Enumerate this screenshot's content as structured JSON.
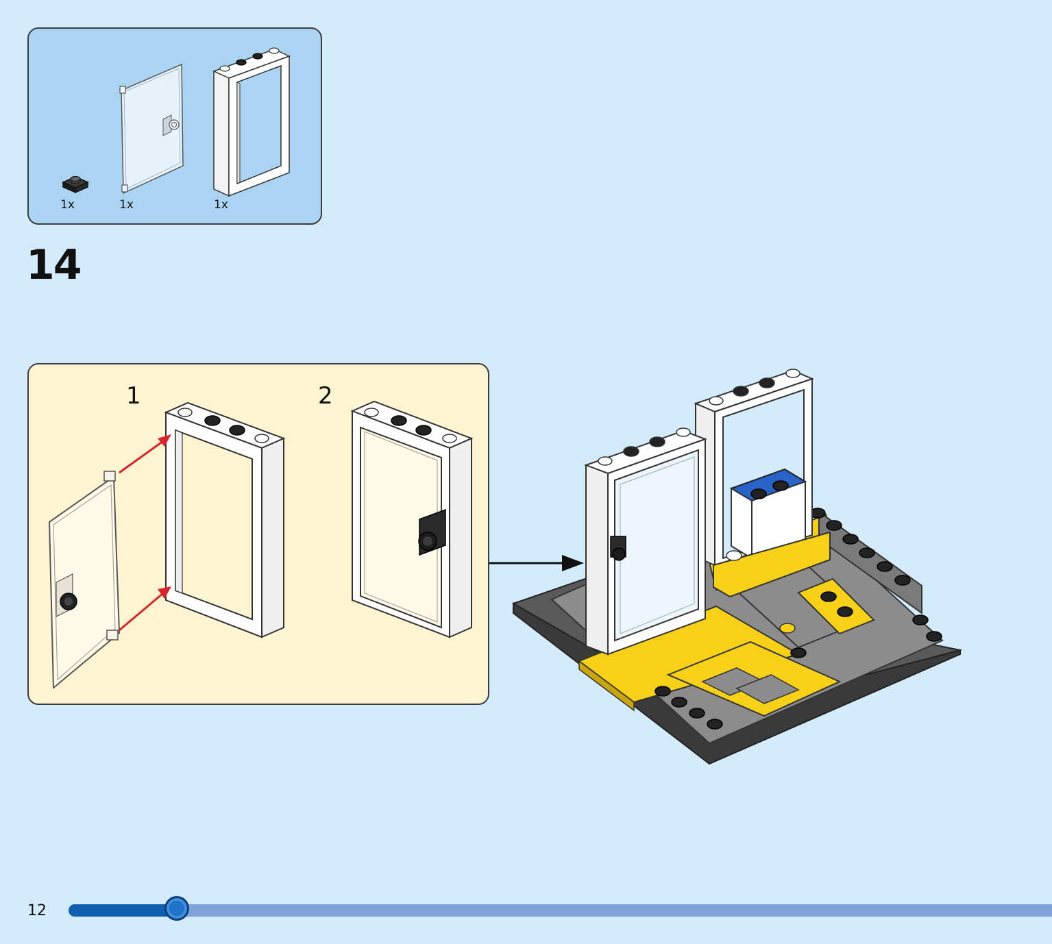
{
  "parts_list": {
    "items": [
      {
        "name": "black-plate-1x1",
        "qty": "1x"
      },
      {
        "name": "transparent-door",
        "qty": "1x"
      },
      {
        "name": "white-door-frame",
        "qty": "1x"
      }
    ]
  },
  "step": {
    "number": "14"
  },
  "substeps": {
    "items": [
      {
        "label": "1"
      },
      {
        "label": "2"
      }
    ]
  },
  "page": {
    "number": "12",
    "progress": 0.11
  },
  "colors": {
    "page_bg": "#d4ebfb",
    "parts_bg": "#abd4f3",
    "substep_bg": "#fef4d2",
    "brick_yellow": "#f7d117",
    "brick_gray": "#8c8c8c",
    "brick_dark": "#4d4d4d",
    "arrow_red": "#d6262b",
    "progress_fill": "#0f5fb0",
    "progress_track": "#7fa3d8"
  }
}
